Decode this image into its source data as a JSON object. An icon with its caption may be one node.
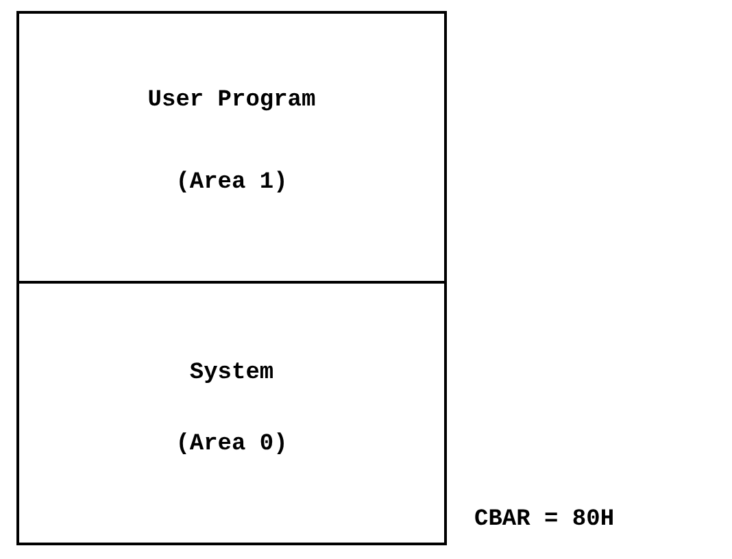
{
  "diagram": {
    "nodes": [
      {
        "text": [
          "User Program",
          "(Area 1)"
        ]
      },
      {
        "text": [
          "System",
          "(Area 0)"
        ]
      }
    ],
    "labels": [
      "CBAR = 80H"
    ]
  }
}
